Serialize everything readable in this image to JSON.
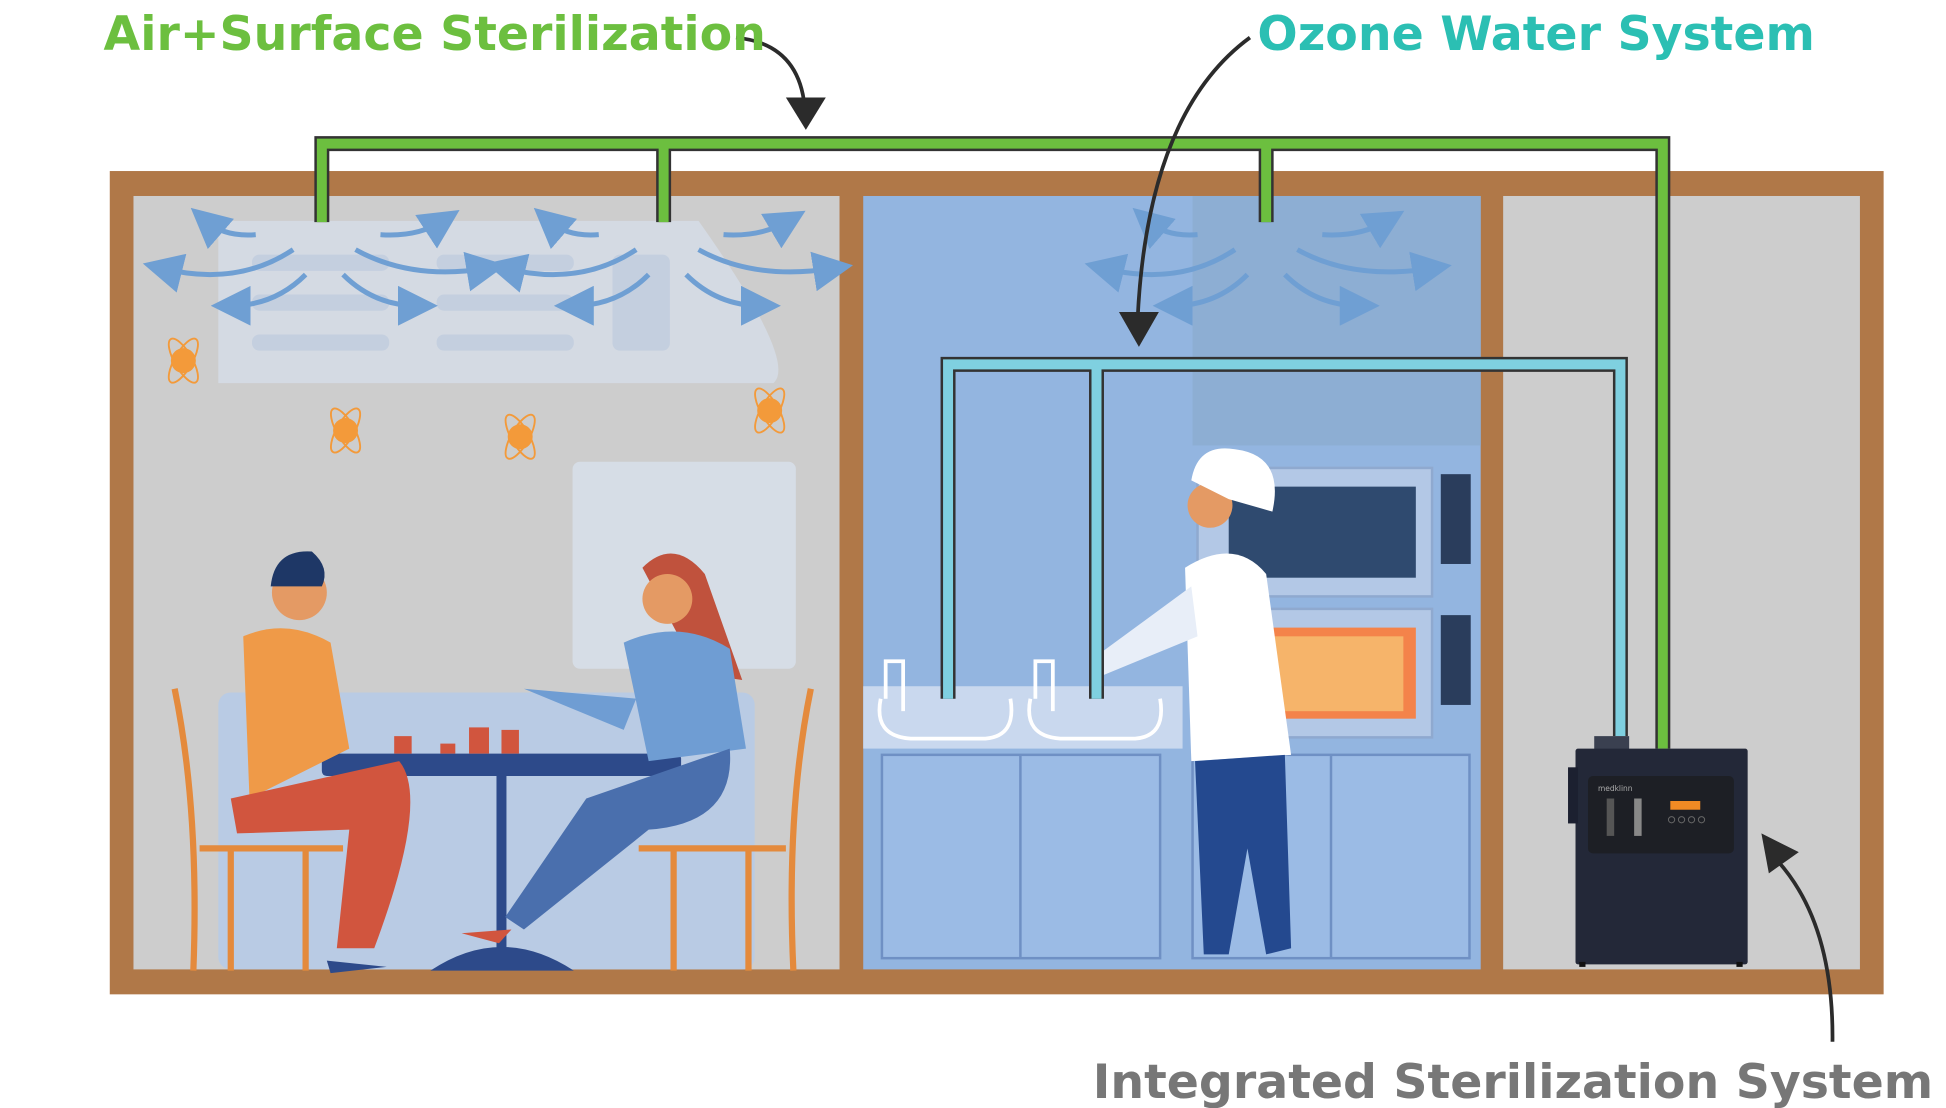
{
  "labels": {
    "air_surface": "Air+Surface Sterilization",
    "ozone_water": "Ozone Water System",
    "integrated": "Integrated Sterilization System"
  },
  "device": {
    "brand": "medklinn"
  },
  "colors": {
    "air_label": "#6cbf3f",
    "ozone_label": "#2bbfb3",
    "integrated_label": "#777777",
    "frame": "#b07848",
    "air_pipe": "#6cbf3f",
    "water_pipe": "#7fd0e0",
    "device": "#232838"
  }
}
